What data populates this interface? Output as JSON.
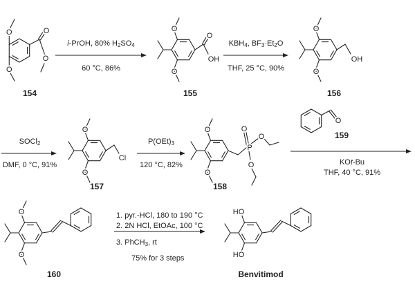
{
  "atoms": {
    "O": "O",
    "OH": "OH",
    "HO": "HO",
    "Cl": "Cl",
    "P": "P"
  },
  "compounds": {
    "c154": "154",
    "c155": "155",
    "c156": "156",
    "c157": "157",
    "c158": "158",
    "c159": "159",
    "c160": "160",
    "final": "Benvitimod"
  },
  "steps": [
    {
      "above": [
        [
          {
            "t": "i",
            "i": 1
          },
          {
            "t": "-PrOH, 80% H"
          },
          {
            "t": "2",
            "sub": 1
          },
          {
            "t": "SO"
          },
          {
            "t": "4",
            "sub": 1
          }
        ]
      ],
      "below": [
        [
          {
            "t": "60 °C, 86%"
          }
        ]
      ]
    },
    {
      "above": [
        [
          {
            "t": "KBH"
          },
          {
            "t": "4",
            "sub": 1
          },
          {
            "t": ", BF"
          },
          {
            "t": "3",
            "sub": 1
          },
          {
            "t": "·Et"
          },
          {
            "t": "2",
            "sub": 1
          },
          {
            "t": "O"
          }
        ]
      ],
      "below": [
        [
          {
            "t": "THF, 25 °C, 90%"
          }
        ]
      ]
    },
    {
      "above": [
        [
          {
            "t": "SOCl"
          },
          {
            "t": "2",
            "sub": 1
          }
        ]
      ],
      "below": [
        [
          {
            "t": "DMF, 0 °C, 91%"
          }
        ]
      ]
    },
    {
      "above": [
        [
          {
            "t": "P(OEt)"
          },
          {
            "t": "3",
            "sub": 1
          }
        ]
      ],
      "below": [
        [
          {
            "t": "120 °C, 82%"
          }
        ]
      ]
    },
    {
      "above": [],
      "below": [
        [
          {
            "t": "KO"
          },
          {
            "t": "t",
            "i": 1
          },
          {
            "t": "-Bu"
          }
        ],
        [
          {
            "t": "THF, 40 °C, 91%"
          }
        ]
      ]
    },
    {
      "above": [
        [
          {
            "t": "1. pyr.-HCl, 180 to 190 °C"
          }
        ],
        [
          {
            "t": "2. 2N HCl, EtOAc, 100 °C"
          }
        ]
      ],
      "below": [
        [
          {
            "t": "3. PhCH"
          },
          {
            "t": "3",
            "sub": 1
          },
          {
            "t": ", rt"
          }
        ]
      ],
      "yield": "75% for 3 steps"
    }
  ]
}
